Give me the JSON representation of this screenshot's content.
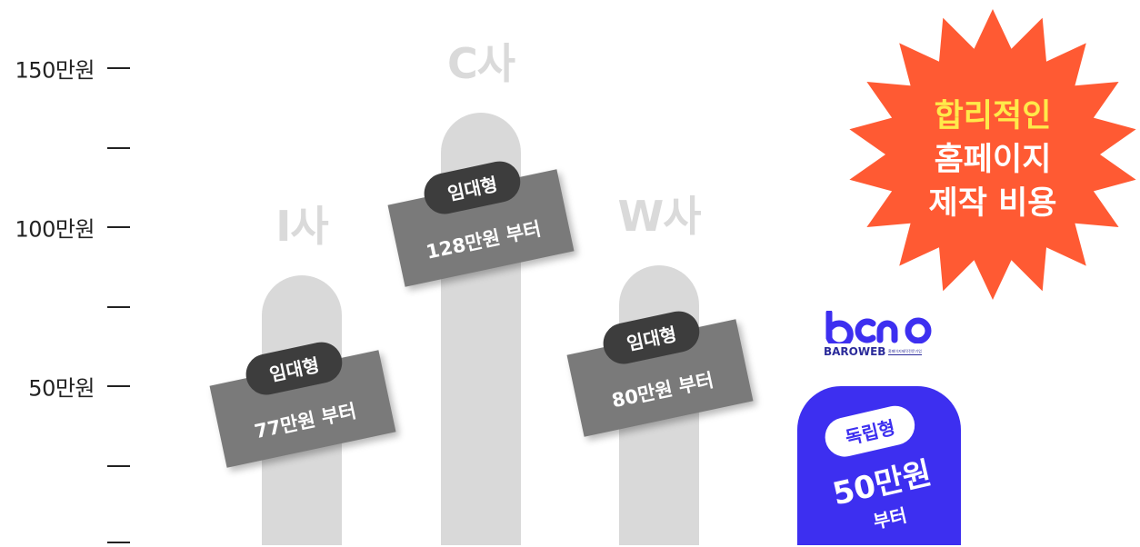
{
  "colors": {
    "bar": "#d9d9d9",
    "tag": "#7a7a7a",
    "tag_pill": "#3d3d3d",
    "own_bar": "#3d2ff0",
    "burst": "#ff5a33",
    "burst_highlight": "#ffe94a"
  },
  "chart_data": {
    "type": "bar",
    "ylim": [
      0,
      150
    ],
    "y_ticks": [
      {
        "value": 150,
        "label": "150만원"
      },
      {
        "value": 125,
        "label": ""
      },
      {
        "value": 100,
        "label": "100만원"
      },
      {
        "value": 75,
        "label": ""
      },
      {
        "value": 50,
        "label": "50만원"
      },
      {
        "value": 25,
        "label": ""
      },
      {
        "value": 0,
        "label": ""
      }
    ],
    "categories": [
      "I사",
      "C사",
      "W사",
      "BAROWEB"
    ],
    "values": [
      77,
      128,
      80,
      50
    ],
    "bars": [
      {
        "name": "I사",
        "value": 77,
        "tag_type": "임대형",
        "tag_price": "77만원 부터"
      },
      {
        "name": "C사",
        "value": 128,
        "tag_type": "임대형",
        "tag_price": "128만원 부터"
      },
      {
        "name": "W사",
        "value": 80,
        "tag_type": "임대형",
        "tag_price": "80만원 부터"
      }
    ],
    "highlight": {
      "value": 50,
      "type_label": "독립형",
      "price_label": "50만원",
      "suffix_label": "부터"
    }
  },
  "logo": {
    "wordmark": "BAROWEB",
    "tagline": "홈페이지제작전문기업"
  },
  "burst": {
    "line1": "합리적인",
    "line2": "홈페이지",
    "line3": "제작 비용"
  }
}
